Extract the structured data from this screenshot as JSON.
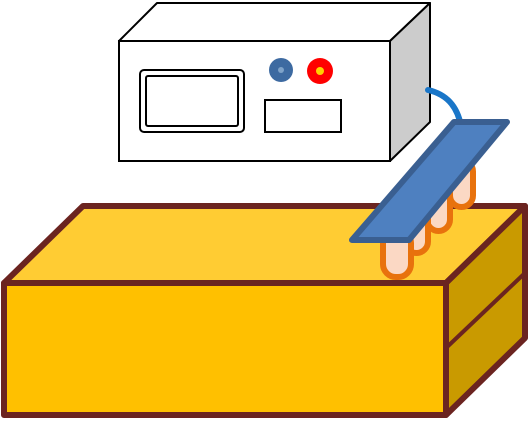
{
  "colors": {
    "device_front": "#ffffff",
    "device_top": "#ffffff",
    "device_side": "#cccccc",
    "device_outline": "#000000",
    "knob_blue": "#3d6aa1",
    "knob_blue_center": "#7fa3c9",
    "knob_red": "#ff0000",
    "knob_red_center": "#ffd200",
    "cable": "#1a76c8",
    "plate_fill": "#4e80c0",
    "plate_outline": "#3a5f91",
    "tube_outline": "#e8720d",
    "tube_fill": "#fbd8c4",
    "box_front": "#ffc000",
    "box_top": "#ffcc33",
    "box_side": "#c99a00",
    "box_outline": "#6b2420"
  },
  "elements": {
    "device": "power-supply",
    "display": "screen",
    "knobs": [
      "blue-knob",
      "red-knob"
    ],
    "button": "rectangular-button",
    "cable": "connection-cable",
    "electrode_plate": "electrode-plate",
    "electrode_tubes": 4,
    "container": "box-container"
  }
}
